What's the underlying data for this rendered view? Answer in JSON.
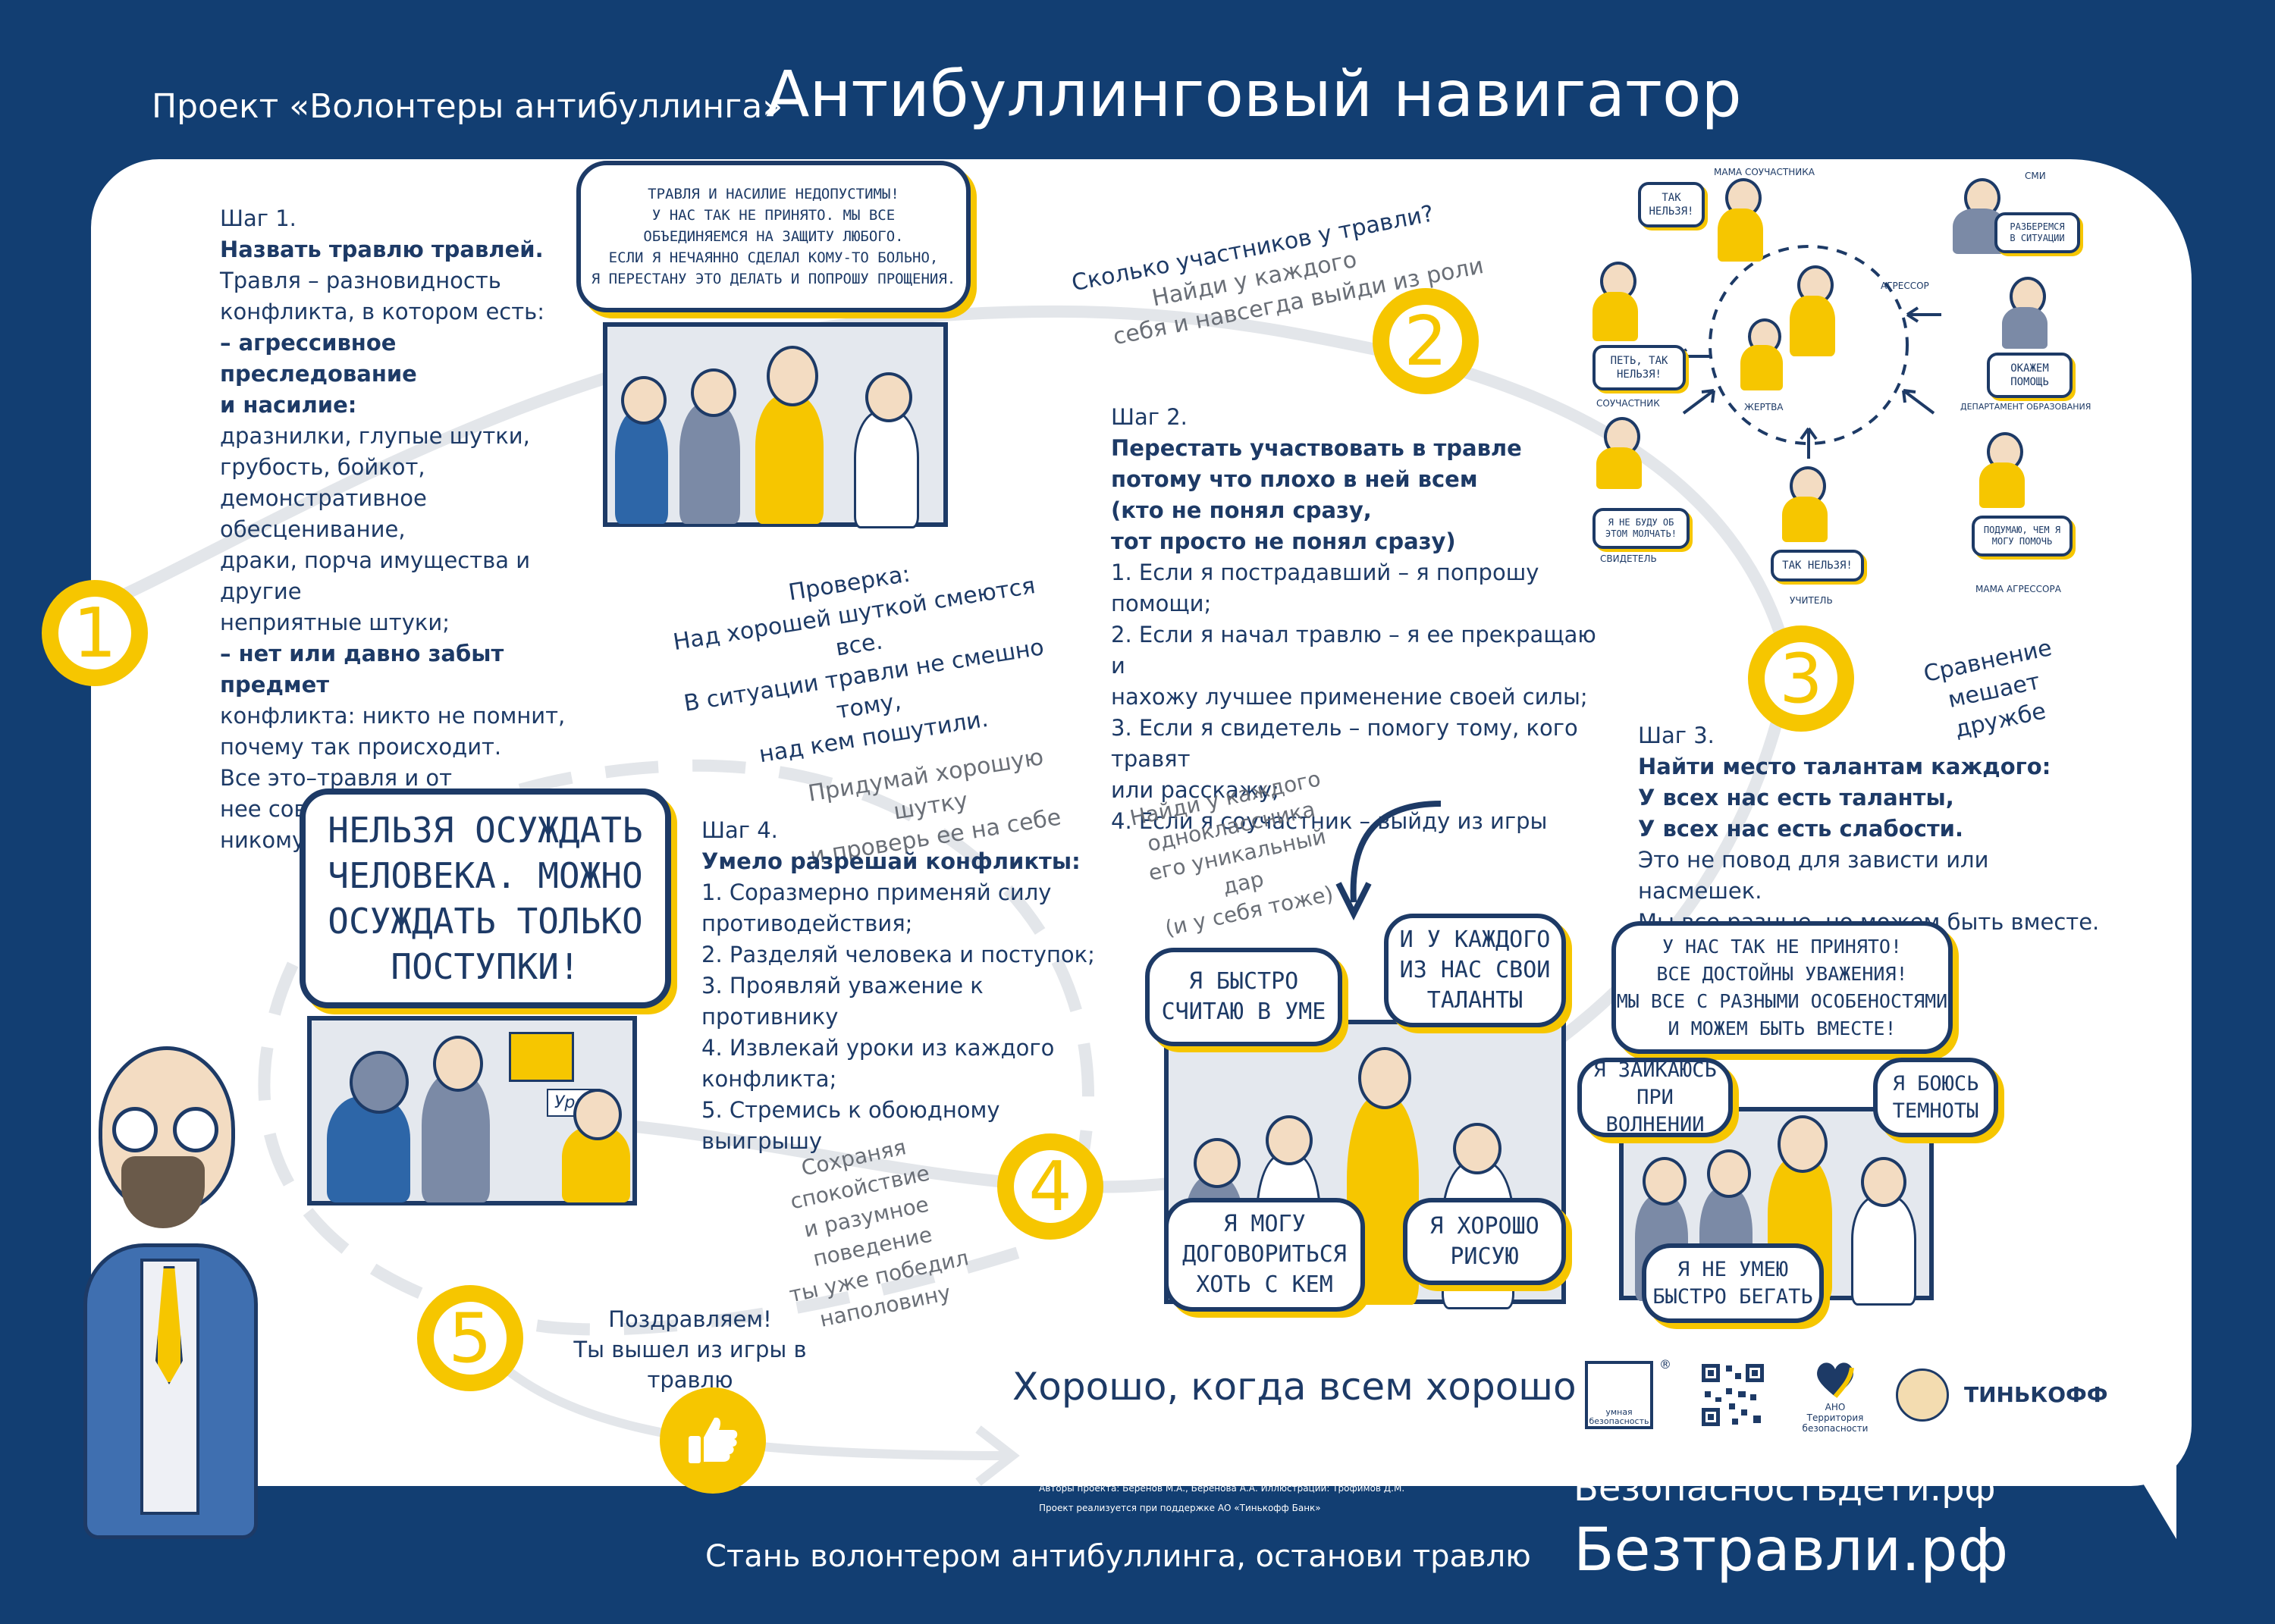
{
  "header": {
    "project": "Проект «Волонтеры антибуллинга»",
    "title": "Антибуллинговый навигатор"
  },
  "steps": {
    "n1": "1",
    "n2": "2",
    "n3": "3",
    "n4": "4",
    "n5": "5"
  },
  "step1": {
    "title": "Шаг 1.",
    "subtitle": "Назвать травлю травлей.",
    "lines": [
      "Травля – разновидность",
      "конфликта, в котором есть:",
      "– агрессивное преследование",
      "и насилие:",
      "дразнилки, глупые шутки,",
      "грубость, бойкот,",
      "демонстративное обесценивание,",
      "драки, порча имущества и другие",
      "неприятные штуки;",
      "– нет или давно забыт предмет",
      "конфликта: никто не помнит,",
      "почему так происходит.",
      "Все это–травля и от",
      "нее совсем не смешно никому..."
    ]
  },
  "top_bubble": {
    "lines": [
      "ТРАВЛЯ И НАСИЛИЕ НЕДОПУСТИМЫ!",
      "У  НАС ТАК НЕ ПРИНЯТО. МЫ ВСЕ",
      "ОБЪЕДИНЯЕМСЯ НА ЗАЩИТУ ЛЮБОГО.",
      "ЕСЛИ Я НЕЧАЯННО СДЕЛАЛ КОМУ-ТО БОЛЬНО,",
      "Я ПЕРЕСТАНУ ЭТО ДЕЛАТЬ И ПОПРОШУ ПРОЩЕНИЯ."
    ]
  },
  "participants": {
    "question": "Сколько участников у травли?",
    "hint1": "Найди у каждого",
    "hint2": "себя и навсегда выйди из роли"
  },
  "roles": {
    "mama_souch": "МАМА СОУЧАСТНИКА",
    "smi": "СМИ",
    "agressor": "АГРЕССОР",
    "souchastnik": "СОУЧАСТНИК",
    "zhertva": "ЖЕРТВА",
    "departament": "ДЕПАРТАМЕНТ ОБРАЗОВАНИЯ",
    "svidetel": "СВИДЕТЕЛЬ",
    "uchitel": "УЧИТЕЛЬ",
    "mama_agr": "МАМА АГРЕССОРА",
    "b_tak": "ТАК НЕЛЬЗЯ!",
    "b_razberemsya": "РАЗБЕРЕМСЯ В СИТУАЦИИ",
    "b_pet": "ПЕТЬ, ТАК НЕЛЬЗЯ!",
    "b_okazhem": "ОКАЖЕМ ПОМОЩЬ",
    "b_ne_budu": "Я НЕ БУДУ ОБ ЭТОМ МОЛЧАТЬ!",
    "b_tak2": "ТАК НЕЛЬЗЯ!",
    "b_podumayu": "ПОДУМАЮ, ЧЕМ Я МОГУ ПОМОЧЬ"
  },
  "check": {
    "title": "Проверка:",
    "l1": "Над хорошей шуткой смеются все.",
    "l2": "В ситуации травли не смешно тому,",
    "l3": "над кем пошутили.",
    "g1": "Придумай хорошую шутку",
    "g2": "и проверь ее на себе"
  },
  "step2": {
    "title": "Шаг 2.",
    "bold": [
      "Перестать участвовать в травле",
      "потому что плохо в ней всем",
      "(кто не понял сразу,",
      "тот просто не понял сразу)"
    ],
    "lines": [
      "1. Если я пострадавший – я попрошу помощи;",
      "2. Если я начал травлю – я ее прекращаю и",
      "нахожу лучшее применение своей силы;",
      "3. Если я свидетель – помогу тому, кого травят",
      "или расскажу;",
      "4. Если я соучастник – выйду из игры"
    ]
  },
  "comparison": {
    "l1": "Сравнение мешает",
    "l2": "дружбе"
  },
  "step3": {
    "title": "Шаг 3.",
    "bold": [
      "Найти место талантам каждого:",
      "У всех нас есть таланты,",
      "У всех нас есть слабости."
    ],
    "lines": [
      "Это не повод для зависти или насмешек.",
      "Мы все разные, но можем быть вместе."
    ]
  },
  "big_bubble": {
    "lines": [
      "НЕЛЬЗЯ ОСУЖДАТЬ",
      "ЧЕЛОВЕКА. МОЖНО",
      "ОСУЖДАТЬ ТОЛЬКО",
      "ПОСТУПКИ!"
    ],
    "poster": "Ура!"
  },
  "step4": {
    "title": "Шаг 4.",
    "bold": "Умело разрешай конфликты:",
    "lines": [
      "1. Соразмерно применяй силу",
      "противодействия;",
      "2. Разделяй человека и поступок;",
      "3. Проявляй уважение к противнику",
      "4. Извлекай уроки из каждого",
      "конфликта;",
      "5. Стремись к обоюдному",
      "выигрышу"
    ]
  },
  "talent_hint": {
    "lines": [
      "Найди у каждого",
      "одноклассника",
      "его уникальный дар",
      "(и у себя тоже)"
    ]
  },
  "talents": {
    "b1": [
      "Я БЫСТРО",
      "СЧИТАЮ В УМЕ"
    ],
    "b2": [
      "И У КАЖДОГО",
      "ИЗ НАС СВОИ",
      "ТАЛАНТЫ"
    ],
    "b3": [
      "Я МОГУ",
      "ДОГОВОРИТЬСЯ",
      "ХОТЬ С КЕМ"
    ],
    "b4": [
      "Я ХОРОШО",
      "РИСУЮ"
    ]
  },
  "weakness": {
    "main": [
      "У НАС ТАК НЕ ПРИНЯТО!",
      "ВСЕ ДОСТОЙНЫ УВАЖЕНИЯ!",
      "МЫ ВСЕ С РАЗНЫМИ ОСОБЕНОСТЯМИ",
      "И МОЖЕМ БЫТЬ ВМЕСТЕ!"
    ],
    "b1": [
      "Я ЗАИКАЮСЬ",
      "ПРИ ВОЛНЕНИИ"
    ],
    "b2": [
      "Я БОЮСЬ",
      "ТЕМНОТЫ"
    ],
    "b3": [
      "Я НЕ УМЕЮ",
      "БЫСТРО БЕГАТЬ"
    ]
  },
  "calm": {
    "lines": [
      "Сохраняя спокойствие",
      "и разумное поведение",
      "ты уже победил",
      "наполовину"
    ]
  },
  "congrats": {
    "title": "Поздравляем!",
    "text": "Ты вышел из игры в травлю"
  },
  "motto": "Хорошо, когда всем хорошо",
  "credits": {
    "l1": "Авторы проекта: Беренов М.А., Беренова А.А. Иллюстрации: Трофимов Д.М.",
    "l2": "Проект реализуется при поддержке АО «Тинькофф Банк»"
  },
  "logos": {
    "umnaya": "умная безопасность",
    "reg": "®",
    "ano": "АНО Территория безопасности",
    "tinkoff": "ТИНЬКОФФ"
  },
  "footer": {
    "volunteer": "Стань волонтером антибуллинга, останови травлю",
    "site1": "Безопасностьдети.рф",
    "site2": "Безтравли.рф"
  },
  "colors": {
    "navy": "#123e72",
    "yellow": "#f6c600",
    "ink": "#1d3a66"
  }
}
